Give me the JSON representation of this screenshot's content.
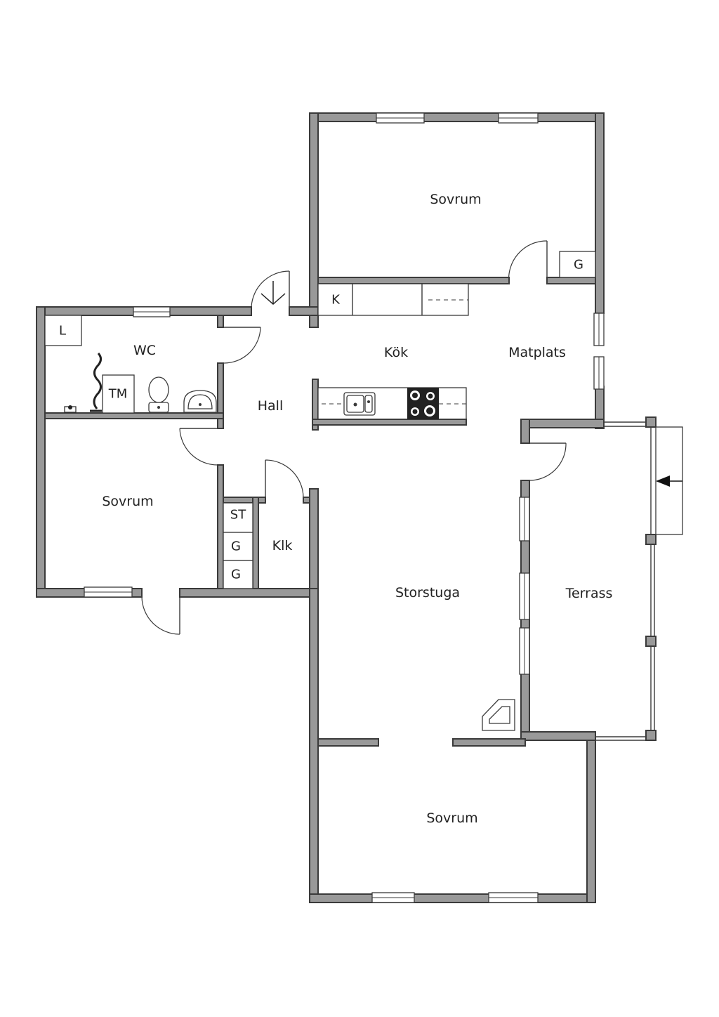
{
  "rooms": {
    "sovrum_top": "Sovrum",
    "kok": "Kök",
    "matplats": "Matplats",
    "wc": "WC",
    "hall": "Hall",
    "sovrum_left": "Sovrum",
    "klk": "Klk",
    "storstuga": "Storstuga",
    "terrass": "Terrass",
    "sovrum_bottom": "Sovrum"
  },
  "fixtures": {
    "g_top": "G",
    "k": "K",
    "l": "L",
    "tm": "TM",
    "st": "ST",
    "g_mid": "G",
    "g_low": "G"
  }
}
